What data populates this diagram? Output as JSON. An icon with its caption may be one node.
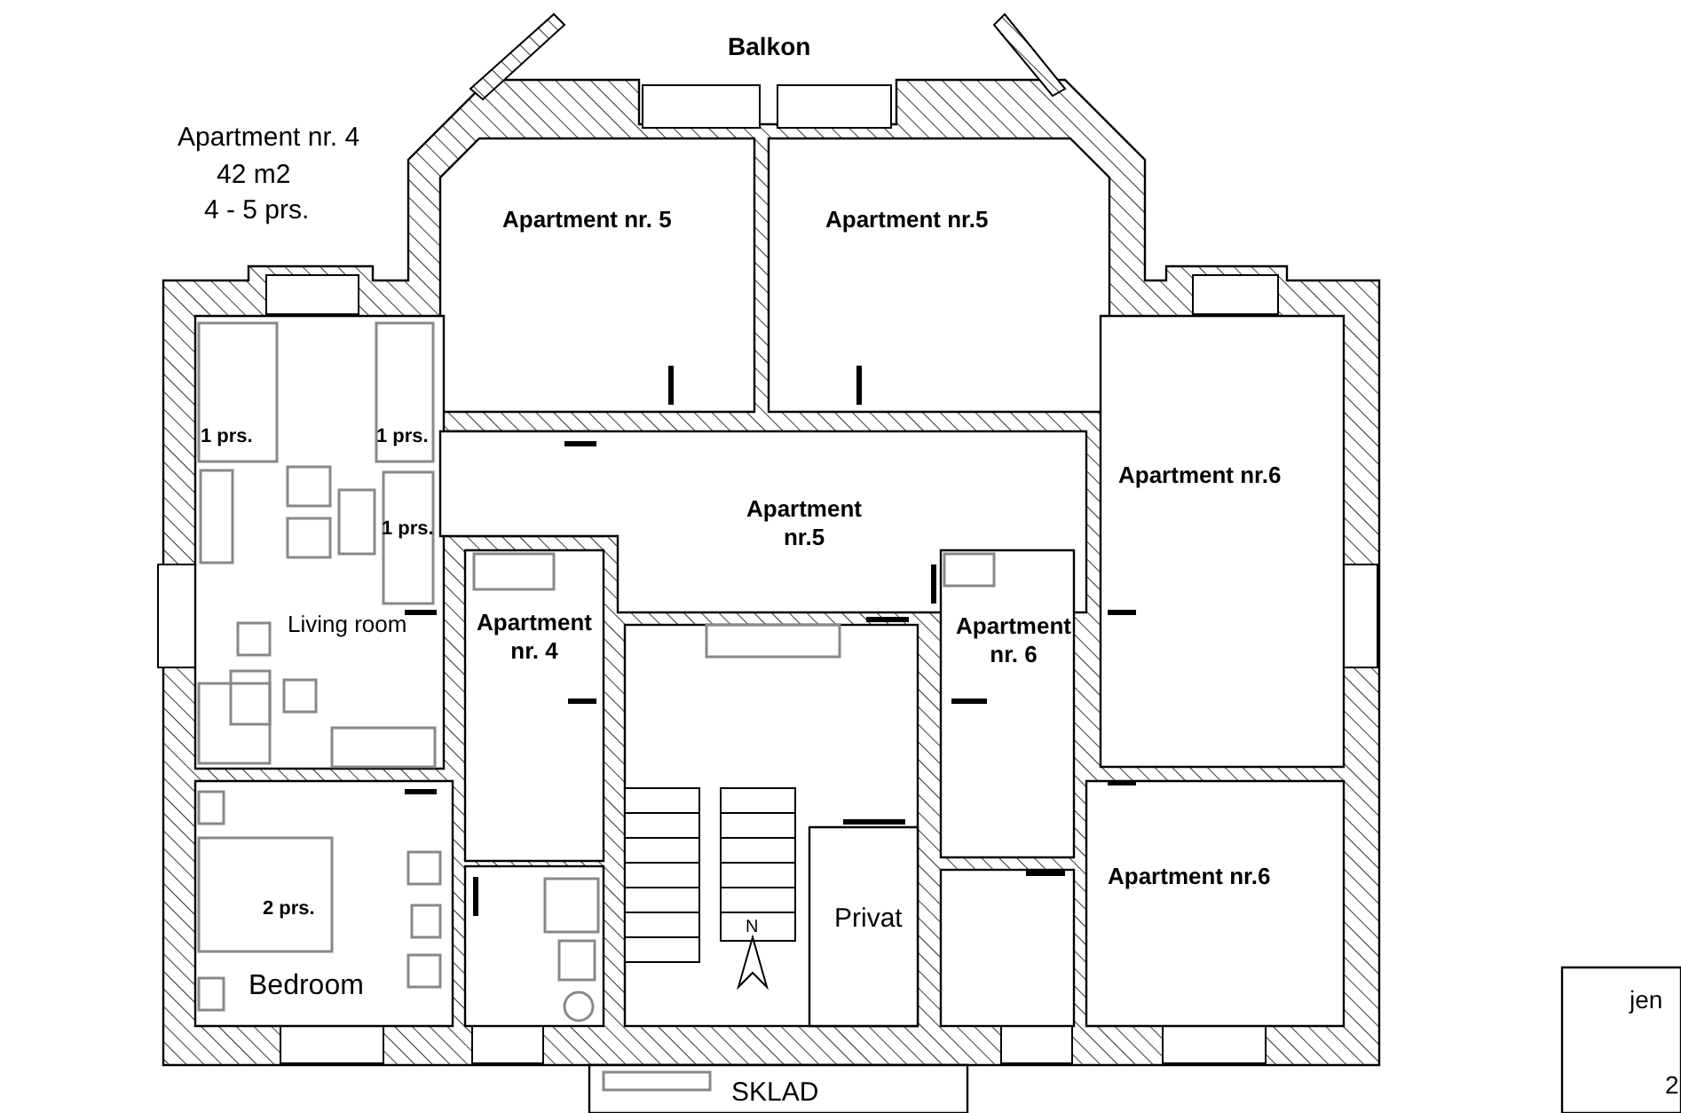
{
  "diagram": {
    "nodes": [
      {
        "text": [
          "Apartment nr. 5"
        ]
      },
      {
        "text": [
          "Apartment nr.5"
        ]
      },
      {
        "text": [
          "Apartment nr.6"
        ]
      },
      {
        "text": [
          "Living room"
        ]
      },
      {
        "text": [
          "Apartment nr.5"
        ]
      },
      {
        "text": [
          "Apartment nr. 4"
        ]
      },
      {
        "text": [
          "Apartment nr. 6"
        ]
      },
      {
        "text": [
          "Apartment nr.6"
        ]
      },
      {
        "text": [
          "Bedroom"
        ]
      },
      {
        "text": [
          "Privat"
        ]
      },
      {
        "text": [
          "SKLAD"
        ]
      },
      {
        "text": [
          "jen",
          "2"
        ]
      }
    ],
    "labels": [
      "Balkon",
      "Apartment nr. 4",
      "42 m2",
      "4 - 5 prs.",
      "1 prs.",
      "1 prs.",
      "1 prs.",
      "2 prs.",
      "N"
    ]
  }
}
